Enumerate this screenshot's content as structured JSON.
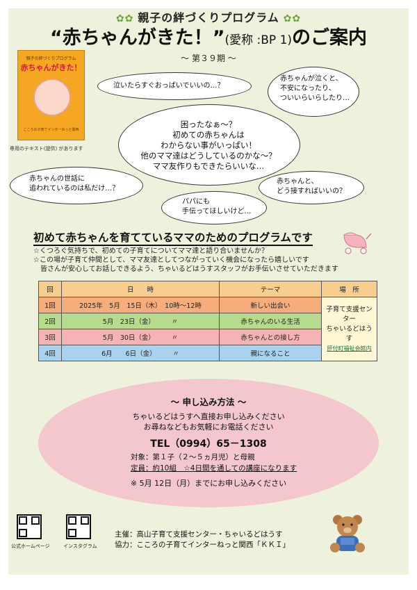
{
  "header": {
    "subtitle": "親子の絆づくりプログラム",
    "title_main": "“赤ちゃんがきた！”",
    "title_nick": "(愛称 :BP 1)",
    "title_suffix": "のご案内",
    "term": "～ 第３９期 ～"
  },
  "book": {
    "line1": "親子の絆づくりプログラム",
    "line2": "赤ちゃんがきた！",
    "line3": "こころの子育てインターねっと関西",
    "note": "専用のテキスト(提供) があります"
  },
  "bubbles": {
    "b1": "泣いたらすぐおっぱいでいいの…？",
    "b2_l1": "赤ちゃんが泣くと、",
    "b2_l2": "不安になったり、",
    "b2_l3": "ついいらいらしたり…",
    "center_l1": "困ったなぁ～？",
    "center_l2": "初めての赤ちゃんは",
    "center_l3": "わからない事がいっぱい！",
    "center_l4": "他のママ達はどうしているのかな～？",
    "center_l5": "ママ友作りもできたらいいな…",
    "b3_l1": "赤ちゃんの世話に",
    "b3_l2": "追われているのは私だけ…？",
    "b4_l1": "赤ちゃんと、",
    "b4_l2": "どう接すればいいの？",
    "b5_l1": "パパにも",
    "b5_l2": "手伝ってほしいけど…"
  },
  "intro": {
    "headline": "初めて赤ちゃんを育てているママのためのプログラムです",
    "l1": "☆くつろぐ気持ちで、初めての子育てについてママ達と語り合いませんか？",
    "l2": "☆この場が子育て仲間として、ママ友達としてつながっていく機会になったら嬉しいです",
    "l3": "皆さんが安心してお話しできるよう、ちゃいるどはうすスタッフがお手伝いさせていただきます"
  },
  "schedule": {
    "headers": [
      "回",
      "日　　時",
      "テーマ",
      "場　所"
    ],
    "rows": [
      {
        "no": "1回",
        "date": "2025年　5月　15日（木）　10時～12時",
        "theme": "新しい出会い"
      },
      {
        "no": "2回",
        "date": "5月　23日（金）　　　〃",
        "theme": "赤ちゃんのいる生活"
      },
      {
        "no": "3回",
        "date": "5月　30日（金）　　　〃",
        "theme": "赤ちゃんとの接し方"
      },
      {
        "no": "4回",
        "date": "6月　　6日（金）　　　〃",
        "theme": "親になること"
      }
    ],
    "place_l1": "子育て支援センター",
    "place_l2": "ちゃいるどはうす",
    "place_sub": "肝付町福祉会館内"
  },
  "application": {
    "title": "～ 申し込み方法 ～",
    "l1": "ちゃいるどはうすへ直接お申し込みください",
    "l2": "お尋ねなどもお気軽にお電話ください",
    "tel": "TEL（0994）65－1308",
    "target": "対象：第１子（２～５ヵ月児）と母親",
    "capacity": "定員：約10組　☆4日間を通しての講座になります",
    "deadline": "※ 5月 12日（月）までにお申し込みください"
  },
  "footer": {
    "qr1_label": "公式ホームページ",
    "qr2_label": "インスタグラム",
    "organizer": "主催：高山子育て支援センター・ちゃいるどはうす",
    "cooperation": "協力：こころの子育てインターねっと関西「ＫＫＩ」"
  }
}
